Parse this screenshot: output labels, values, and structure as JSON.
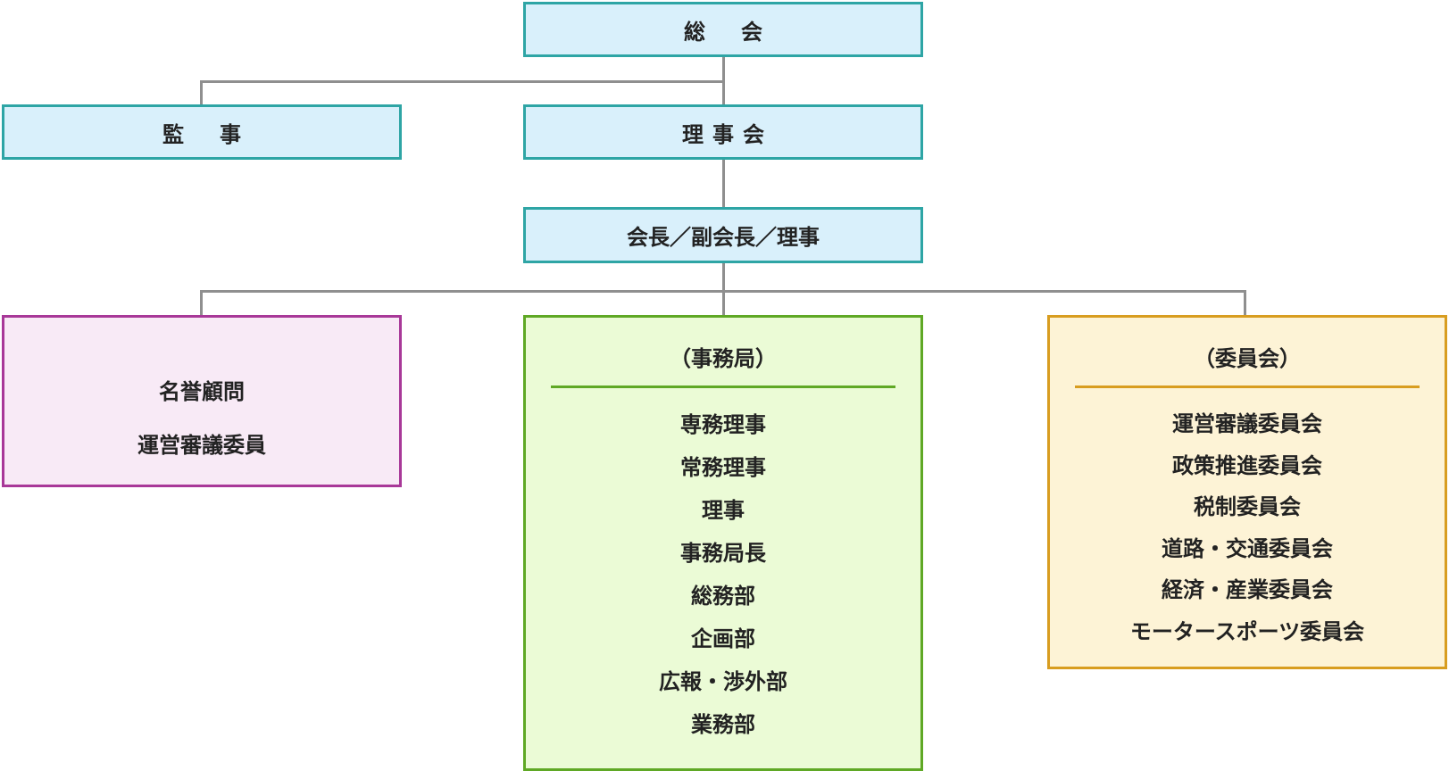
{
  "nodes": {
    "general_assembly": "総会",
    "auditor": "監事",
    "board": "理事会",
    "officers": "会長／副会長／理事"
  },
  "honorary": {
    "items": [
      "名誉顧問",
      "運営審議委員"
    ]
  },
  "secretariat": {
    "title": "事務局",
    "items": [
      "専務理事",
      "常務理事",
      "理事",
      "事務局長",
      "総務部",
      "企画部",
      "広報・渉外部",
      "業務部"
    ]
  },
  "committees": {
    "title": "委員会",
    "items": [
      "運営審議委員会",
      "政策推進委員会",
      "税制委員会",
      "道路・交通委員会",
      "経済・産業委員会",
      "モータースポーツ委員会"
    ]
  },
  "colors": {
    "connector": "#8f8f8f",
    "top_border": "#2ea5a5",
    "top_fill": "#d9f0fb",
    "honorary_border": "#a83898",
    "honorary_fill": "#f8eaf6",
    "secretariat_border": "#5fa825",
    "secretariat_fill": "#ebfbd6",
    "committees_border": "#d89d20",
    "committees_fill": "#fdf3d6"
  }
}
